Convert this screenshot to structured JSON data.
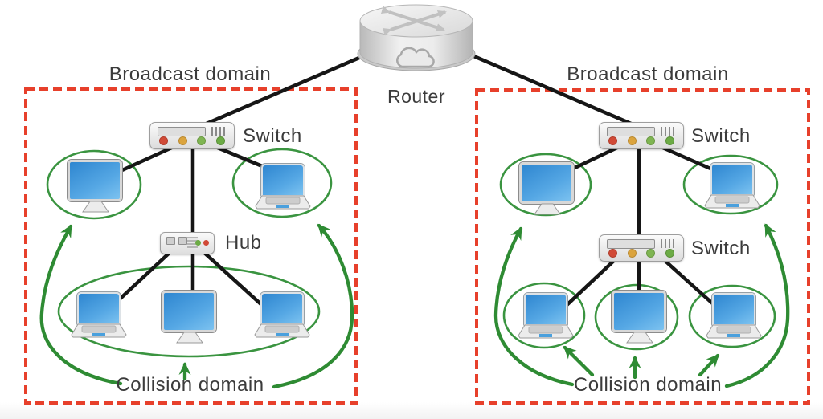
{
  "diagram": {
    "router": {
      "label": "Router",
      "icon": "router-icon",
      "front_icon": "cloud-icon"
    },
    "left_domain": {
      "label": "Broadcast domain",
      "switch": {
        "label": "Switch",
        "icon": "switch-icon",
        "leds": [
          "red",
          "amber",
          "green",
          "green"
        ]
      },
      "hub": {
        "label": "Hub",
        "icon": "hub-icon",
        "leds": [
          "green",
          "red"
        ]
      },
      "collision": {
        "label": "Collision domain"
      },
      "computers": [
        "desktop",
        "laptop",
        "laptop",
        "desktop",
        "laptop"
      ],
      "collision_domains_count": 3
    },
    "right_domain": {
      "label": "Broadcast domain",
      "switch_top": {
        "label": "Switch",
        "icon": "switch-icon",
        "leds": [
          "red",
          "amber",
          "green",
          "green"
        ]
      },
      "switch_bottom": {
        "label": "Switch",
        "icon": "switch-icon",
        "leds": [
          "red",
          "amber",
          "green",
          "green"
        ]
      },
      "collision": {
        "label": "Collision domain"
      },
      "computers": [
        "desktop",
        "laptop",
        "laptop",
        "desktop",
        "laptop"
      ],
      "collision_domains_count": 5
    },
    "colors": {
      "broadcast_border": "#e7402b",
      "collision_green": "#2e8b33",
      "ellipse_green": "#3a9440",
      "cable": "#161616",
      "screen_blue": "#4496d8",
      "text": "#3b3b3b"
    }
  }
}
